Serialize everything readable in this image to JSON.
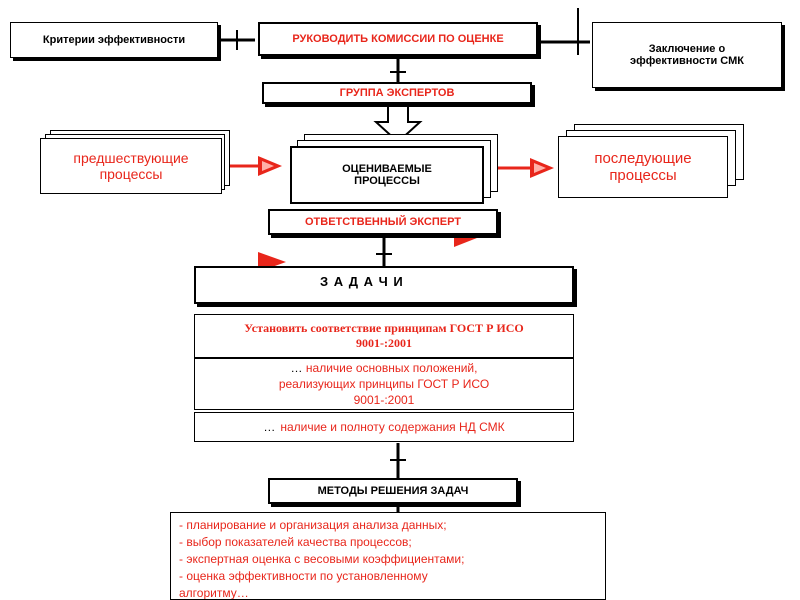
{
  "top": {
    "criteria": "Критерии эффективности",
    "manage": "РУКОВОДИТЬ КОМИССИИ ПО ОЦЕНКЕ",
    "conclusion_line1": "Заключение о",
    "conclusion_line2": "эффективности СМК"
  },
  "experts": "ГРУППА ЭКСПЕРТОВ",
  "processes": {
    "previous_line1": "предшествующие",
    "previous_line2": "процессы",
    "evaluated_line1": "ОЦЕНИВАЕМЫЕ",
    "evaluated_line2": "ПРОЦЕССЫ",
    "next_line1": "последующие",
    "next_line2": "процессы"
  },
  "responsible": "ОТВЕТСТВЕННЫЙ ЭКСПЕРТ",
  "tasks": {
    "title": "З А Д А Ч И",
    "establish_line1": "Установить соответствие принципам ГОСТ Р ИСО",
    "establish_line2": "9001-:2001",
    "presence_prefix": "…",
    "presence_line1": "наличие основных положений,",
    "presence_line2": "реализующих принципы ГОСТ Р ИСО",
    "presence_line3": "9001-:2001",
    "completeness_prefix": "…",
    "completeness": "наличие и полноту содержания НД СМК"
  },
  "methods": {
    "title": "МЕТОДЫ РЕШЕНИЯ ЗАДАЧ",
    "items": [
      "- планирование и организация анализа данных;",
      "- выбор показателей качества процессов;",
      "- экспертная оценка с весовыми коэффициентами;",
      "- оценка эффективности по установленному",
      "алгоритму…"
    ]
  },
  "colors": {
    "accent": "#e8261b",
    "border": "#000000"
  }
}
